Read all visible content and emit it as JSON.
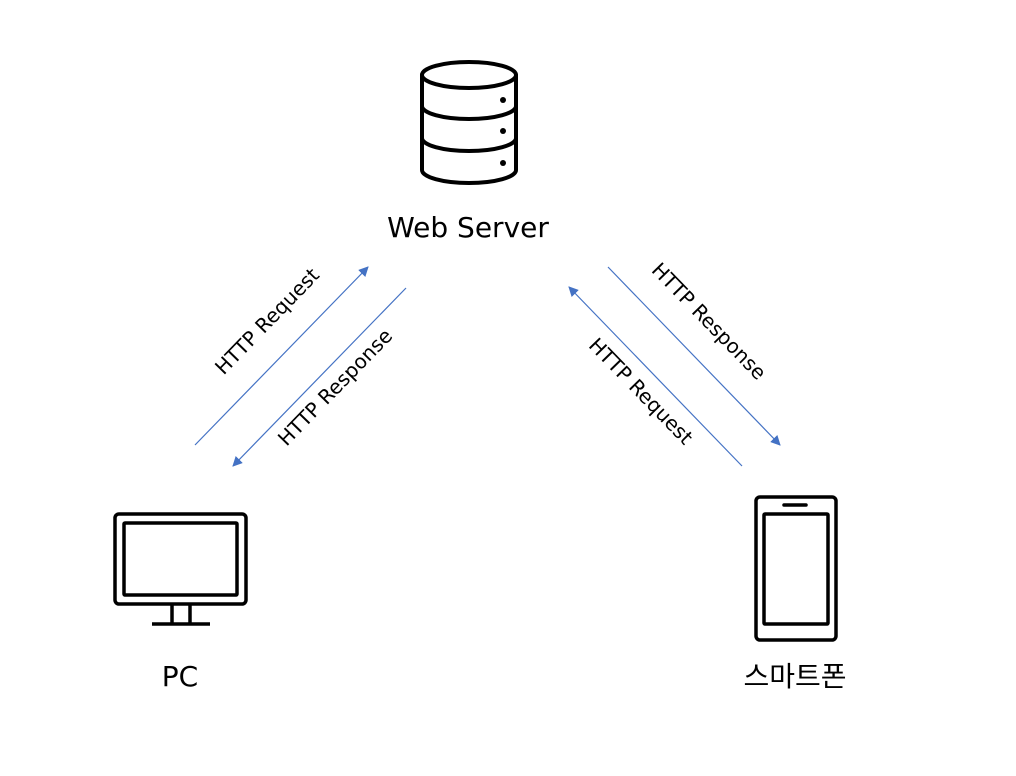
{
  "nodes": {
    "server": {
      "label": "Web Server",
      "icon": "server-icon"
    },
    "pc": {
      "label": "PC",
      "icon": "monitor-icon"
    },
    "phone": {
      "label": "스마트폰",
      "icon": "smartphone-icon"
    }
  },
  "edges": {
    "pc_request": {
      "label": "HTTP Request",
      "from": "pc",
      "to": "server"
    },
    "pc_response": {
      "label": "HTTP Response",
      "from": "server",
      "to": "pc"
    },
    "phone_response": {
      "label": "HTTP Response",
      "from": "server",
      "to": "phone"
    },
    "phone_request": {
      "label": "HTTP Request",
      "from": "phone",
      "to": "server"
    }
  },
  "colors": {
    "arrow": "#4472C4",
    "icon": "#000000",
    "text": "#000000"
  }
}
